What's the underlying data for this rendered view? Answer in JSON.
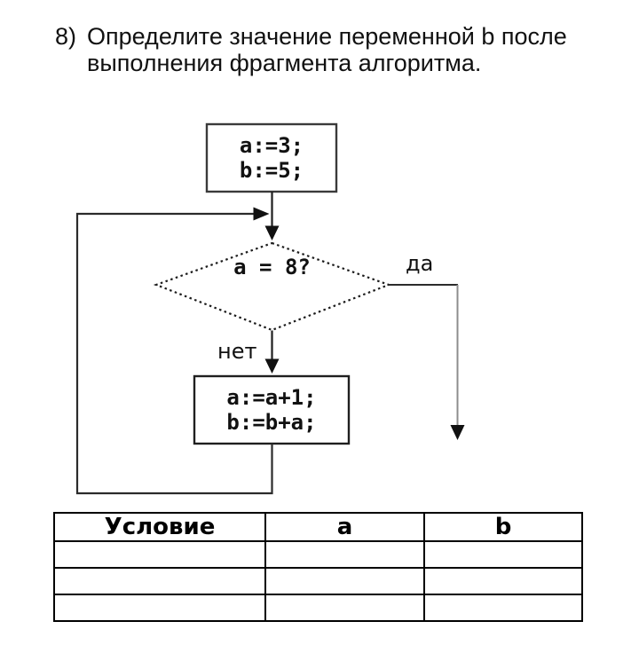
{
  "task": {
    "number": "8)",
    "line1": "Определите значение переменной b после",
    "line2": "выполнения фрагмента алгоритма."
  },
  "flowchart": {
    "init_box": {
      "line1": "a:=3;",
      "line2": "b:=5;"
    },
    "decision": {
      "condition": "a = 8?"
    },
    "branches": {
      "yes": "да",
      "no": "нет"
    },
    "update_box": {
      "line1": "a:=a+1;",
      "line2": "b:=b+a;"
    }
  },
  "table": {
    "headers": [
      "Условие",
      "a",
      "b"
    ],
    "rows": [
      [
        "",
        "",
        ""
      ],
      [
        "",
        "",
        ""
      ],
      [
        "",
        "",
        ""
      ]
    ]
  },
  "colors": {
    "background": "#ffffff",
    "text": "#111111",
    "box_border": "#333333",
    "connector_line": "#2b2b2b",
    "yes_branch_gray": "#8d8d8d",
    "arrowhead": "#111111",
    "table_border": "#000000"
  }
}
